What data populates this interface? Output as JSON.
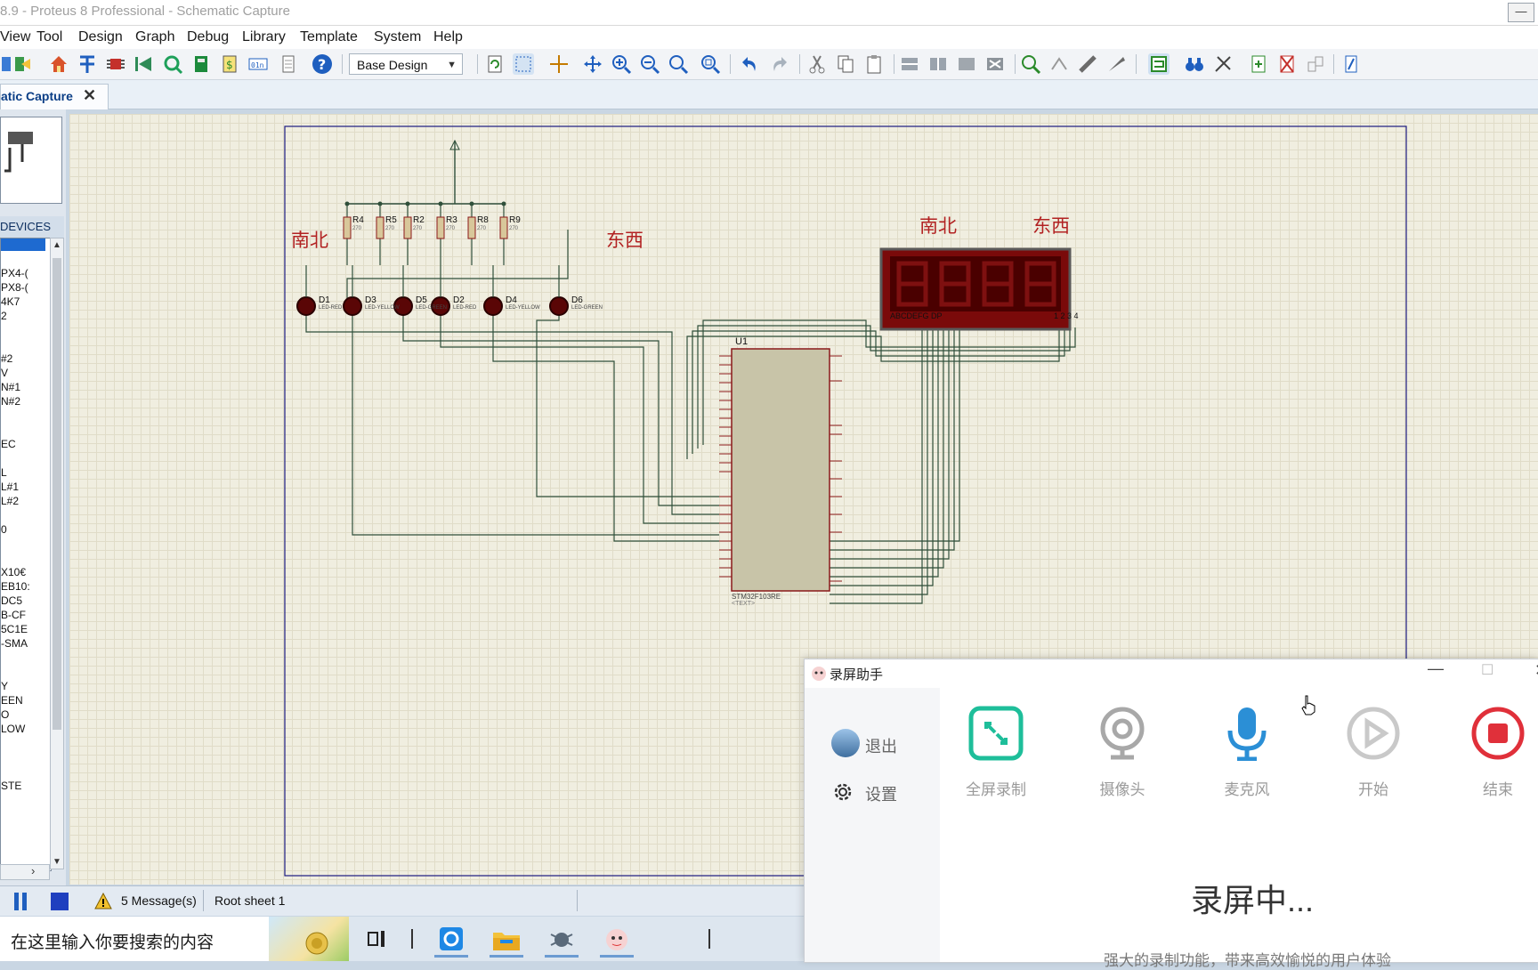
{
  "window": {
    "title": "8.9 - Proteus 8 Professional - Schematic Capture"
  },
  "menu": [
    "View",
    "Tool",
    "Design",
    "Graph",
    "Debug",
    "Library",
    "Template",
    "System",
    "Help"
  ],
  "toolbar": {
    "variant_select": "Base Design"
  },
  "tab": {
    "label": "atic Capture"
  },
  "devices": {
    "header": "DEVICES",
    "items": [
      "PX4-(",
      "PX8-(",
      "4K7",
      "2",
      "",
      "",
      "#2",
      "V",
      "N#1",
      "N#2",
      "",
      "",
      "EC",
      "",
      "L",
      "L#1",
      "L#2",
      "",
      "0",
      "",
      "",
      "X10€",
      "EB10:",
      "DC5",
      "B-CF",
      "5C1E",
      "-SMA",
      "",
      "",
      "Y",
      "EEN",
      "O",
      "LOW",
      "",
      "",
      "",
      "STE"
    ]
  },
  "schematic": {
    "labels": {
      "ns_left": "南北",
      "ew_left": "东西",
      "ns_display": "南北",
      "ew_display": "东西"
    },
    "resistors": [
      {
        "ref": "R4",
        "value": "270"
      },
      {
        "ref": "R5",
        "value": "270"
      },
      {
        "ref": "R2",
        "value": "270"
      },
      {
        "ref": "R3",
        "value": "270"
      },
      {
        "ref": "R8",
        "value": "270"
      },
      {
        "ref": "R9",
        "value": "270"
      }
    ],
    "leds": [
      {
        "ref": "D1",
        "type": "LED-RED"
      },
      {
        "ref": "D3",
        "type": "LED-YELLOW"
      },
      {
        "ref": "D5",
        "type": "LED-GREEN"
      },
      {
        "ref": "D2",
        "type": "LED-RED"
      },
      {
        "ref": "D4",
        "type": "LED-YELLOW"
      },
      {
        "ref": "D6",
        "type": "LED-GREEN"
      }
    ],
    "mcu": {
      "ref": "U1",
      "part": "STM32F103RE",
      "text": "<TEXT>"
    },
    "display": {
      "segments_label": "ABCDEFG  DP",
      "digits_label": "1 2 3 4"
    },
    "text_placeholder": "<TEXT>"
  },
  "status": {
    "messages": "5 Message(s)",
    "sheet": "Root sheet 1"
  },
  "taskbar": {
    "search_placeholder": "在这里输入你要搜索的内容"
  },
  "recorder": {
    "title": "录屏助手",
    "logout": "退出",
    "settings": "设置",
    "buttons": [
      "全屏录制",
      "摄像头",
      "麦克风",
      "开始",
      "结束"
    ],
    "recording": "录屏中...",
    "tagline": "强大的录制功能，带来高效愉悦的用户体验"
  },
  "colors": {
    "accent_green": "#1ebe9a",
    "mic_blue": "#2b8fd6",
    "stop_red": "#e0303a",
    "wire": "#2f4f3a",
    "label_red": "#b22222"
  }
}
